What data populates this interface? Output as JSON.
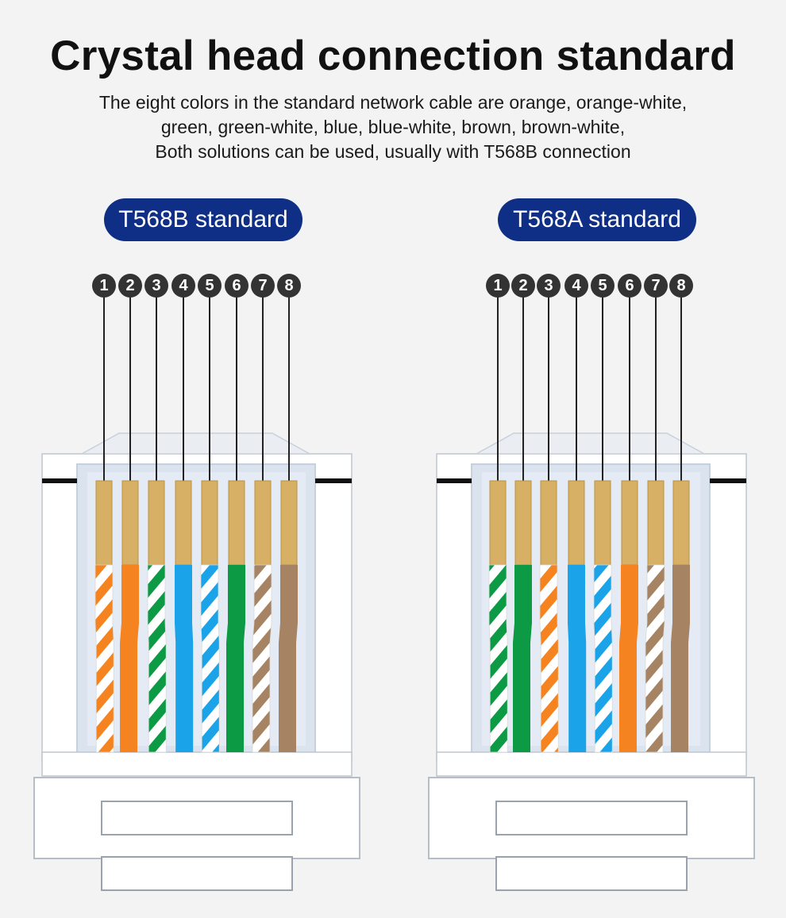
{
  "title": "Crystal head connection standard",
  "subtitle": [
    "The eight colors in the standard network cable are orange, orange-white,",
    "green, green-white, blue, blue-white, brown, brown-white,",
    "Both solutions can be used, usually with T568B connection"
  ],
  "colors": {
    "orange": "#f5831f",
    "green": "#0d9a45",
    "blue": "#1aa3e8",
    "brown": "#a58363",
    "white": "#ffffff",
    "pin_gold": "#d7b066",
    "badge": "#333333",
    "pill": "#0e2f85"
  },
  "standards": [
    {
      "id": "b",
      "label": "T568B standard",
      "pins": [
        "1",
        "2",
        "3",
        "4",
        "5",
        "6",
        "7",
        "8"
      ],
      "wires": [
        {
          "color": "orange",
          "striped": true
        },
        {
          "color": "orange",
          "striped": false
        },
        {
          "color": "green",
          "striped": true
        },
        {
          "color": "blue",
          "striped": false
        },
        {
          "color": "blue",
          "striped": true
        },
        {
          "color": "green",
          "striped": false
        },
        {
          "color": "brown",
          "striped": true
        },
        {
          "color": "brown",
          "striped": false
        }
      ]
    },
    {
      "id": "a",
      "label": "T568A standard",
      "pins": [
        "1",
        "2",
        "3",
        "4",
        "5",
        "6",
        "7",
        "8"
      ],
      "wires": [
        {
          "color": "green",
          "striped": true
        },
        {
          "color": "green",
          "striped": false
        },
        {
          "color": "orange",
          "striped": true
        },
        {
          "color": "blue",
          "striped": false
        },
        {
          "color": "blue",
          "striped": true
        },
        {
          "color": "orange",
          "striped": false
        },
        {
          "color": "brown",
          "striped": true
        },
        {
          "color": "brown",
          "striped": false
        }
      ]
    }
  ]
}
